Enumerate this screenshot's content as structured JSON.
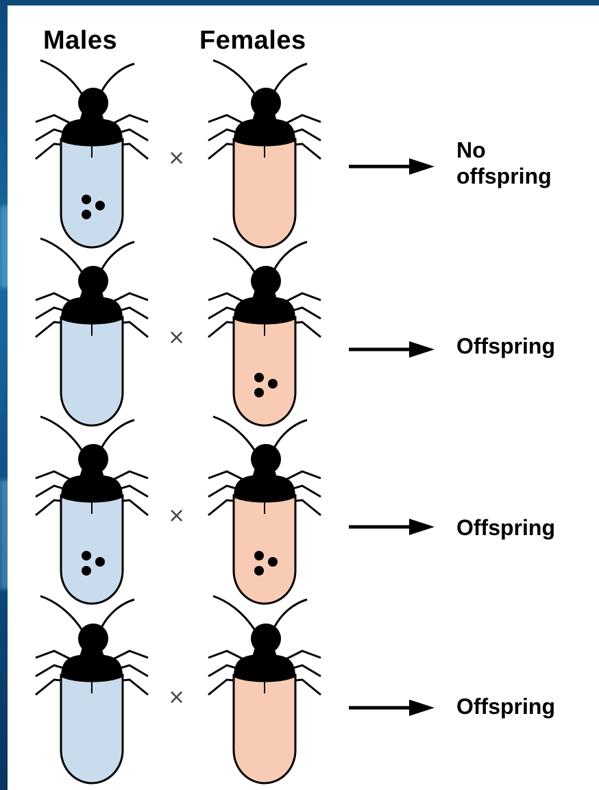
{
  "headers": {
    "males": "Males",
    "females": "Females"
  },
  "cross_symbol": "×",
  "rows": [
    {
      "male_infected": true,
      "female_infected": false,
      "result_line1": "No",
      "result_line2": "offspring"
    },
    {
      "male_infected": false,
      "female_infected": true,
      "result_line1": "Offspring",
      "result_line2": ""
    },
    {
      "male_infected": true,
      "female_infected": true,
      "result_line1": "Offspring",
      "result_line2": ""
    },
    {
      "male_infected": false,
      "female_infected": false,
      "result_line1": "Offspring",
      "result_line2": ""
    }
  ],
  "colors": {
    "male_body": "#c9dced",
    "female_body": "#f7cbb4",
    "ink": "#000000"
  },
  "icons": {
    "insect": "insect-icon",
    "dots": "bacteria-dots-icon",
    "arrow": "right-arrow-icon"
  }
}
